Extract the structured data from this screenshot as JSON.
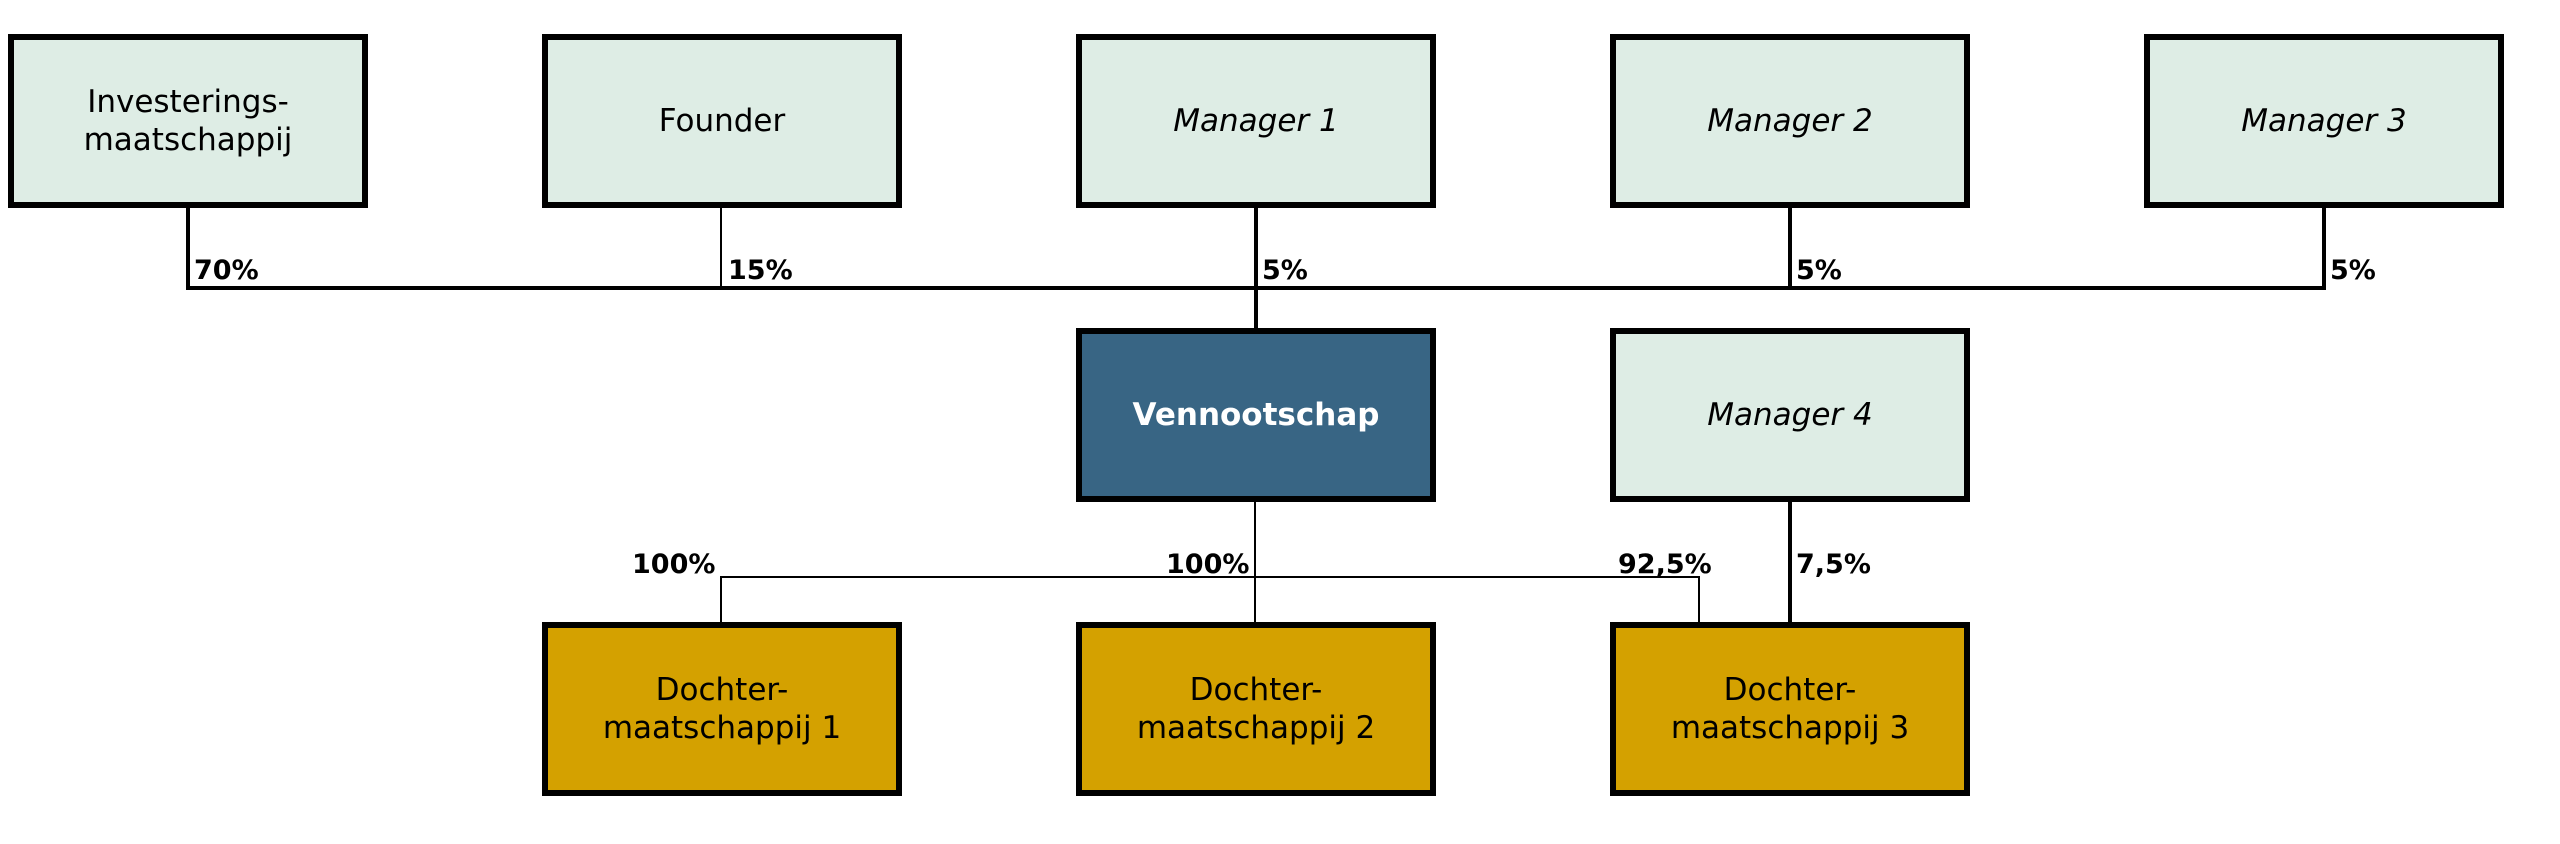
{
  "colors": {
    "shareholder_fill": "#deede5",
    "company_fill": "#386584",
    "subsidiary_fill": "#d4a100",
    "line": "#000000"
  },
  "nodes": {
    "investment_company": "Investerings-\nmaatschappij",
    "founder": "Founder",
    "manager1": "Manager 1",
    "manager2": "Manager 2",
    "manager3": "Manager 3",
    "company": "Vennootschap",
    "manager4": "Manager 4",
    "subsidiary1": "Dochter-\nmaatschappij 1",
    "subsidiary2": "Dochter-\nmaatschappij 2",
    "subsidiary3": "Dochter-\nmaatschappij 3"
  },
  "shares": {
    "investment_company": "70%",
    "founder": "15%",
    "manager1": "5%",
    "manager2": "5%",
    "manager3": "5%",
    "subsidiary1": "100%",
    "subsidiary2": "100%",
    "subsidiary3_company": "92,5%",
    "subsidiary3_manager4": "7,5%"
  }
}
